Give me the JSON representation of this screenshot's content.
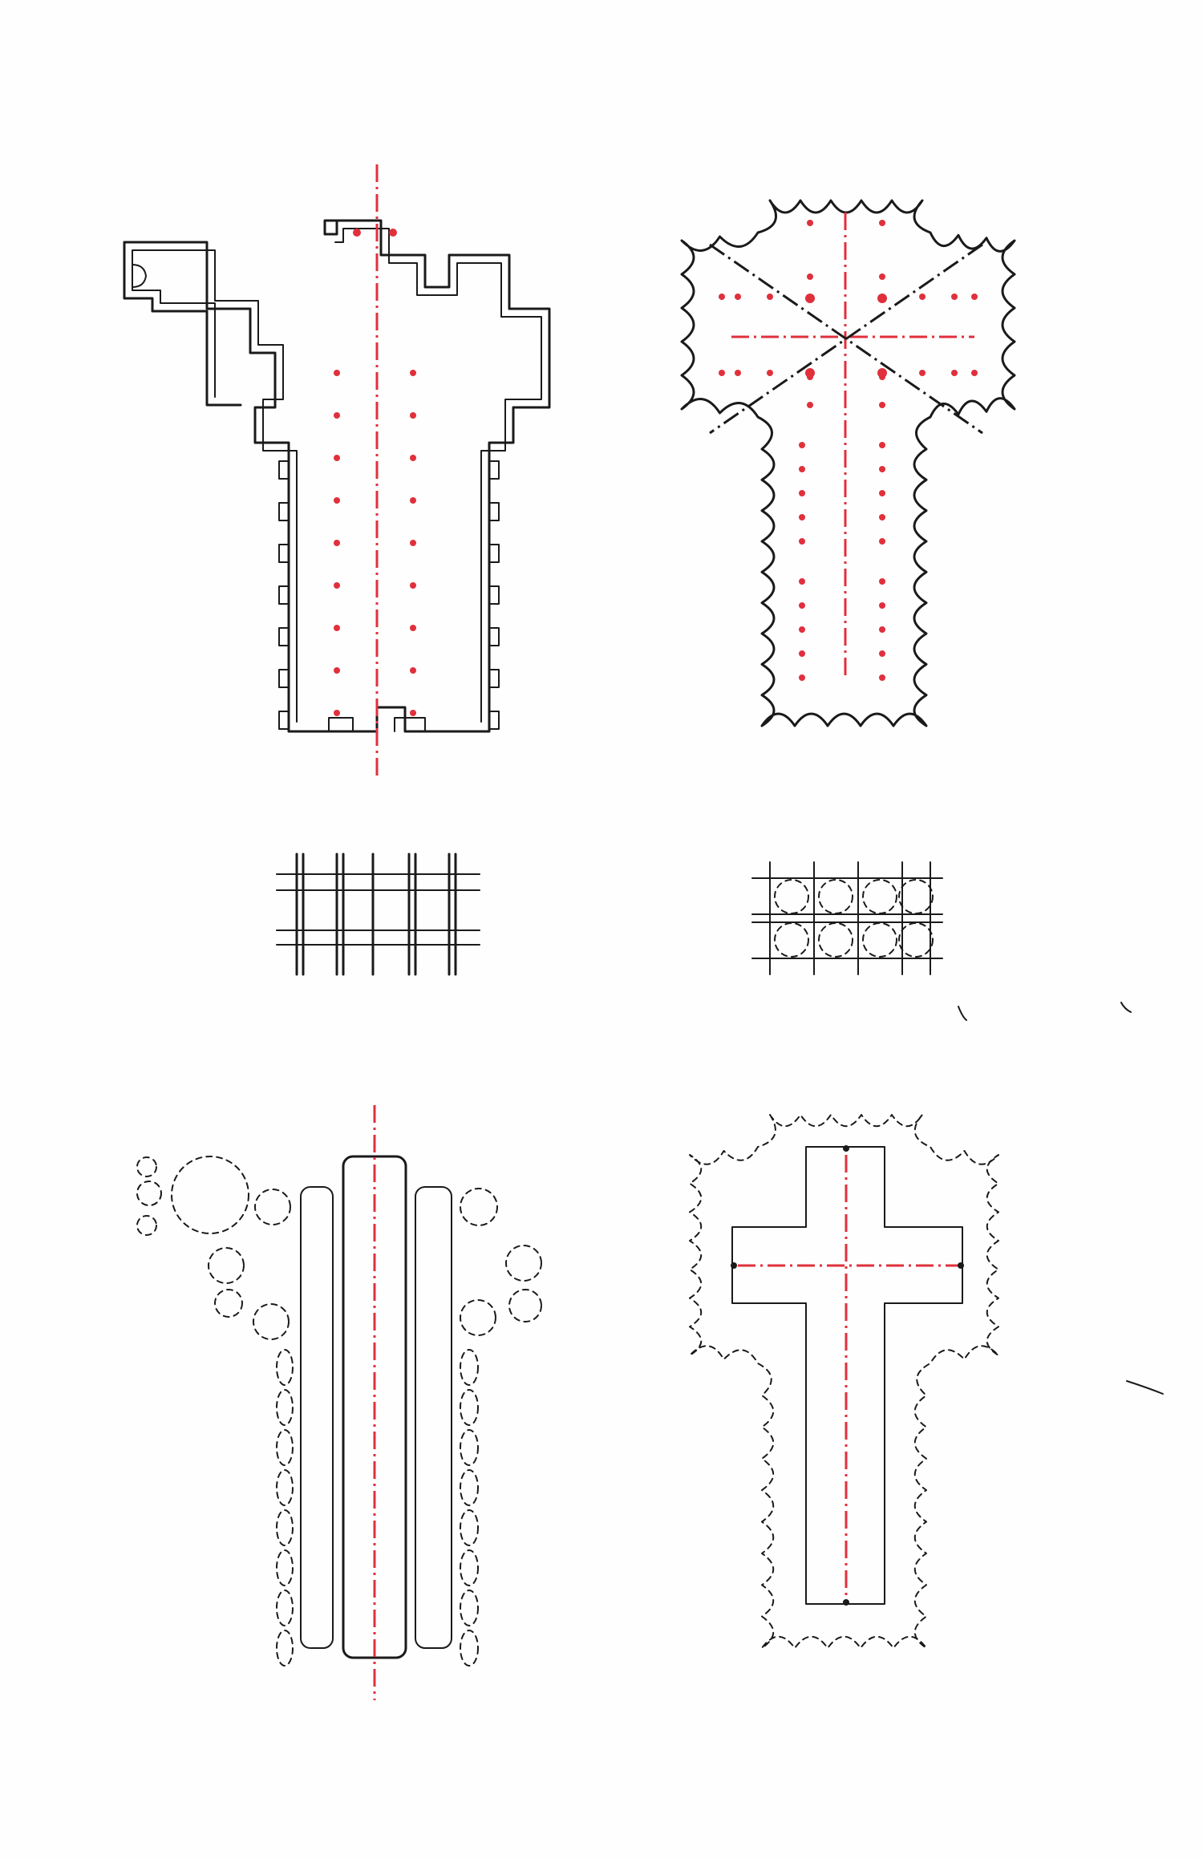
{
  "colors": {
    "ink": "#1a1a1a",
    "accent": "#e0303c",
    "paper": "#fefefe"
  },
  "panels": [
    {
      "id": "basilica-plan",
      "kind": "architectural-plan"
    },
    {
      "id": "quatrefoil-plan",
      "kind": "architectural-plan"
    },
    {
      "id": "linear-grid",
      "kind": "grid-diagram"
    },
    {
      "id": "circle-grid",
      "kind": "grid-diagram"
    },
    {
      "id": "basilica-massing",
      "kind": "massing-diagram"
    },
    {
      "id": "cross-massing",
      "kind": "massing-diagram"
    }
  ]
}
